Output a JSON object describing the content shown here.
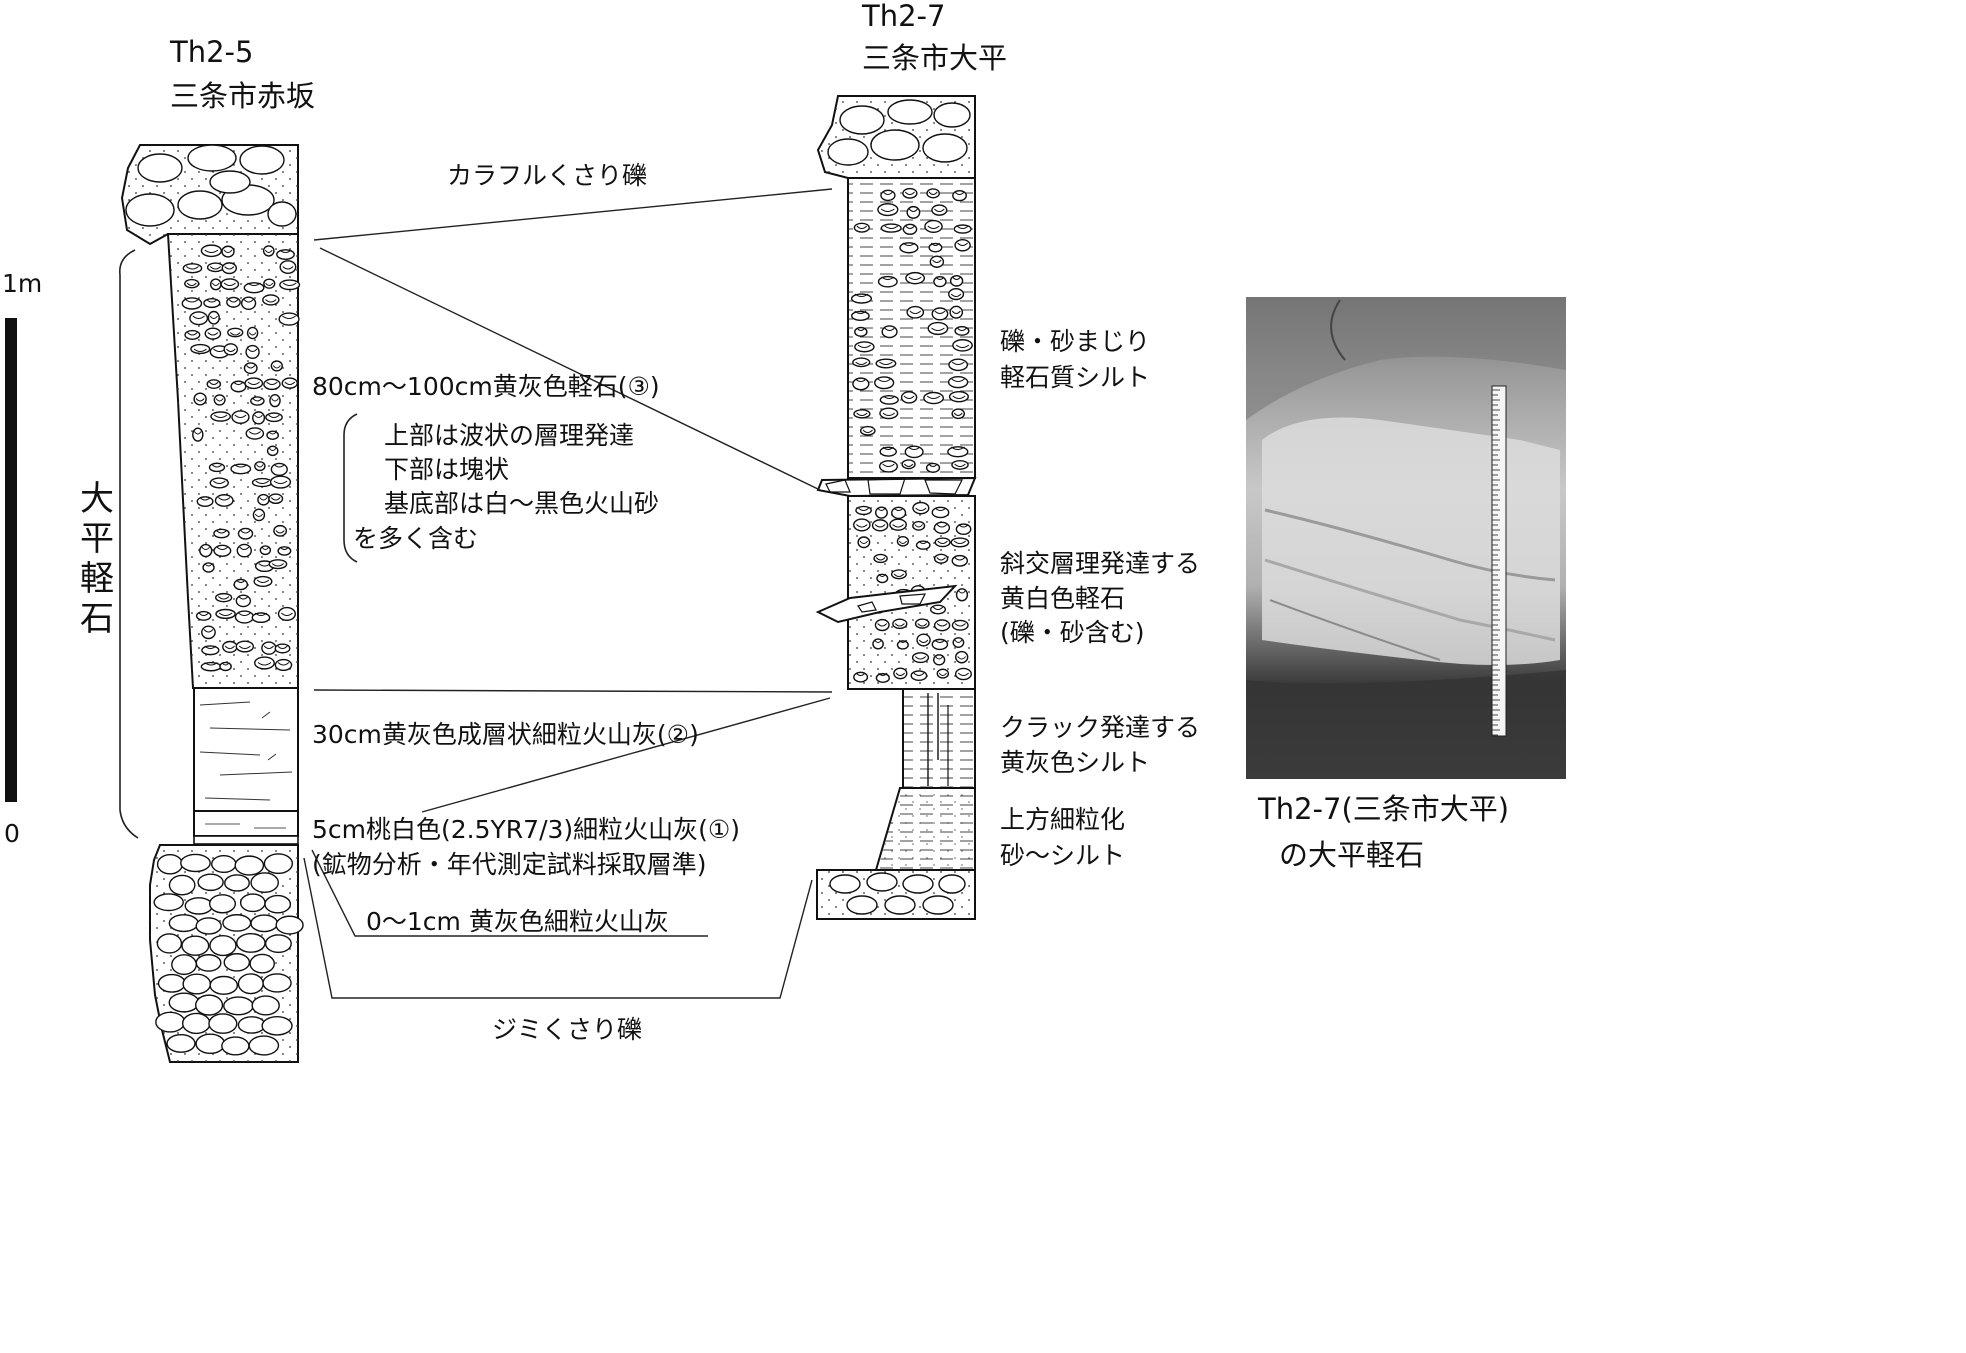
{
  "columns": {
    "left": {
      "id": "Th2-5",
      "place": "三条市赤坂"
    },
    "right": {
      "id": "Th2-7",
      "place": "三条市大平"
    }
  },
  "scale": {
    "top_label": "1m",
    "bottom_label": "0"
  },
  "unit_label": [
    "大",
    "平",
    "軽",
    "石"
  ],
  "labels": {
    "top_gravel": "カラフルくさり礫",
    "pumice_80": "80cm～100cm黄灰色軽石(③)",
    "desc1": "上部は波状の層理発達",
    "desc2": "下部は塊状",
    "desc3": "基底部は白～黒色火山砂",
    "desc4": "を多く含む",
    "ash_30": "30cm黄灰色成層状細粒火山灰(②)",
    "ash_5": "5cm桃白色(2.5YR7/3)細粒火山灰(①)",
    "sample": "(鉱物分析・年代測定試料採取層準)",
    "ash_thin": "0～1cm 黄灰色細粒火山灰",
    "bottom_gravel": "ジミくさり礫",
    "r_silt1": "礫・砂まじり",
    "r_silt2": "軽石質シルト",
    "r_cross1": "斜交層理発達する",
    "r_cross2": "黄白色軽石",
    "r_cross3": "(礫・砂含む)",
    "r_crack1": "クラック発達する",
    "r_crack2": "黄灰色シルト",
    "r_fining1": "上方細粒化",
    "r_fining2": "砂～シルト"
  },
  "photo": {
    "caption1": "Th2-7(三条市大平)",
    "caption2": "の大平軽石"
  }
}
